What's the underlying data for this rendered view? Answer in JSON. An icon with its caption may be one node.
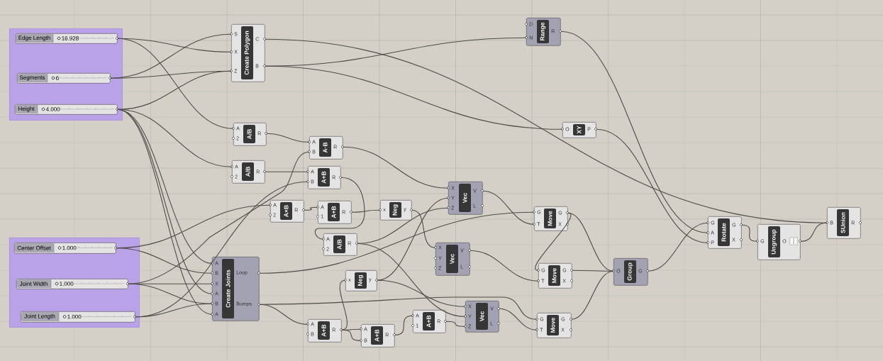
{
  "diagram": {
    "nodes": [
      {
        "text": [],
        "shape": "box"
      },
      {
        "text": [
          "Edge Length",
          "16.928"
        ],
        "in": 0
      },
      {
        "text": [
          "Segments",
          "6"
        ],
        "in": 0
      },
      {
        "text": [
          "Height",
          "4.000"
        ],
        "in": 0
      },
      {
        "text": [],
        "shape": "box"
      },
      {
        "text": [
          "Center Offset",
          "1.000"
        ],
        "in": 4
      },
      {
        "text": [
          "Joint Width",
          "1.000"
        ],
        "in": 4
      },
      {
        "text": [
          "Joint Length",
          "1.000"
        ],
        "in": 4
      },
      {
        "text": [
          "Create Polygon",
          "S",
          "X",
          "Z",
          "C",
          "B"
        ]
      },
      {
        "text": [
          "Range",
          "D",
          "N",
          "R"
        ]
      },
      {
        "text": [
          "A/B",
          "A",
          "2",
          "R"
        ]
      },
      {
        "text": [
          "A·B",
          "A",
          "B",
          "R"
        ]
      },
      {
        "text": [
          "A/B",
          "A",
          "2",
          "R"
        ]
      },
      {
        "text": [
          "A+B",
          "A",
          "B",
          "R"
        ]
      },
      {
        "text": [
          "XY",
          "O",
          "P"
        ]
      },
      {
        "text": [
          "Vec",
          "X",
          "Y",
          "Z",
          "V",
          "L"
        ]
      },
      {
        "text": [
          "A×B",
          "A",
          "2",
          "R"
        ]
      },
      {
        "text": [
          "A+B",
          "A",
          "1",
          "R"
        ]
      },
      {
        "text": [
          "Neg",
          "x",
          "y"
        ]
      },
      {
        "text": [
          "Move",
          "G",
          "T",
          "G",
          "X"
        ]
      },
      {
        "text": [
          "Create Joints",
          "A",
          "B",
          "X",
          "A",
          "B",
          "A",
          "Loop",
          "Bumps"
        ]
      },
      {
        "text": [
          "A/B",
          "A",
          "2",
          "R"
        ]
      },
      {
        "text": [
          "Vec",
          "X",
          "Y",
          "Z",
          "V",
          "L"
        ]
      },
      {
        "text": [
          "Rotate",
          "G",
          "A",
          "P",
          "G",
          "X"
        ]
      },
      {
        "text": [
          "Ungroup",
          "G",
          "O"
        ]
      },
      {
        "text": [
          "SUnion",
          "B",
          "R"
        ]
      },
      {
        "text": [
          "Move",
          "G",
          "T",
          "G",
          "X"
        ]
      },
      {
        "text": [
          "Group",
          "O",
          "G"
        ]
      },
      {
        "text": [
          "Neg",
          "x",
          "y"
        ]
      },
      {
        "text": [
          "A+B",
          "A",
          "B",
          "R"
        ]
      },
      {
        "text": [
          "A+B",
          "A",
          "B",
          "R"
        ]
      },
      {
        "text": [
          "A+B",
          "A",
          "1",
          "R"
        ]
      },
      {
        "text": [
          "Vec",
          "X",
          "Y",
          "Z",
          "V",
          "L"
        ]
      },
      {
        "text": [
          "Move",
          "G",
          "T",
          "G",
          "X"
        ]
      }
    ],
    "edges": [
      {
        "from": 1,
        "to": 8,
        "arrow": "none"
      },
      {
        "from": 1,
        "to": 10,
        "arrow": "none"
      },
      {
        "from": 2,
        "to": 8,
        "arrow": "none"
      },
      {
        "from": 2,
        "to": 8,
        "arrow": "none"
      },
      {
        "from": 3,
        "to": 8,
        "arrow": "none"
      },
      {
        "from": 3,
        "to": 12,
        "arrow": "none"
      },
      {
        "from": 3,
        "to": 20,
        "arrow": "none"
      },
      {
        "from": 3,
        "to": 20,
        "arrow": "none"
      },
      {
        "from": 3,
        "to": 20,
        "arrow": "none"
      },
      {
        "from": 8,
        "to": 9,
        "arrow": "none"
      },
      {
        "from": 8,
        "to": 14,
        "arrow": "none"
      },
      {
        "from": 8,
        "to": 25,
        "arrow": "none"
      },
      {
        "from": 9,
        "to": 23,
        "arrow": "none"
      },
      {
        "from": 14,
        "to": 23,
        "arrow": "none"
      },
      {
        "from": 10,
        "to": 11,
        "arrow": "none"
      },
      {
        "from": 12,
        "to": 13,
        "arrow": "none"
      },
      {
        "from": 6,
        "to": 11,
        "arrow": "none"
      },
      {
        "from": 7,
        "to": 13,
        "arrow": "none"
      },
      {
        "from": 11,
        "to": 15,
        "arrow": "none"
      },
      {
        "from": 13,
        "to": 21,
        "arrow": "none"
      },
      {
        "from": 16,
        "to": 17,
        "arrow": "none"
      },
      {
        "from": 5,
        "to": 16,
        "arrow": "none"
      },
      {
        "from": 17,
        "to": 18,
        "arrow": "none"
      },
      {
        "from": 18,
        "to": 22,
        "arrow": "none"
      },
      {
        "from": 21,
        "to": 15,
        "arrow": "none"
      },
      {
        "from": 28,
        "to": 15,
        "arrow": "none"
      },
      {
        "from": 21,
        "to": 32,
        "arrow": "none"
      },
      {
        "from": 28,
        "to": 32,
        "arrow": "none"
      },
      {
        "from": 15,
        "to": 19,
        "arrow": "none"
      },
      {
        "from": 22,
        "to": 26,
        "arrow": "none"
      },
      {
        "from": 20,
        "to": 19,
        "arrow": "none"
      },
      {
        "from": 19,
        "to": 26,
        "arrow": "none"
      },
      {
        "from": 19,
        "to": 27,
        "arrow": "none"
      },
      {
        "from": 26,
        "to": 27,
        "arrow": "none"
      },
      {
        "from": 33,
        "to": 27,
        "arrow": "none"
      },
      {
        "from": 27,
        "to": 23,
        "arrow": "none"
      },
      {
        "from": 23,
        "to": 24,
        "arrow": "none"
      },
      {
        "from": 24,
        "to": 25,
        "arrow": "none"
      },
      {
        "from": 20,
        "to": 33,
        "arrow": "none"
      },
      {
        "from": 32,
        "to": 33,
        "arrow": "none"
      },
      {
        "from": 31,
        "to": 32,
        "arrow": "none"
      },
      {
        "from": 30,
        "to": 31,
        "arrow": "none"
      },
      {
        "from": 29,
        "to": 30,
        "arrow": "none"
      },
      {
        "from": 29,
        "to": 30,
        "arrow": "none"
      },
      {
        "from": 29,
        "to": 28,
        "arrow": "none"
      },
      {
        "from": 5,
        "to": 20,
        "arrow": "none"
      },
      {
        "from": 6,
        "to": 20,
        "arrow": "none"
      },
      {
        "from": 6,
        "to": 20,
        "arrow": "none"
      },
      {
        "from": 7,
        "to": 20,
        "arrow": "none"
      },
      {
        "from": 20,
        "to": 29,
        "arrow": "none"
      }
    ]
  }
}
